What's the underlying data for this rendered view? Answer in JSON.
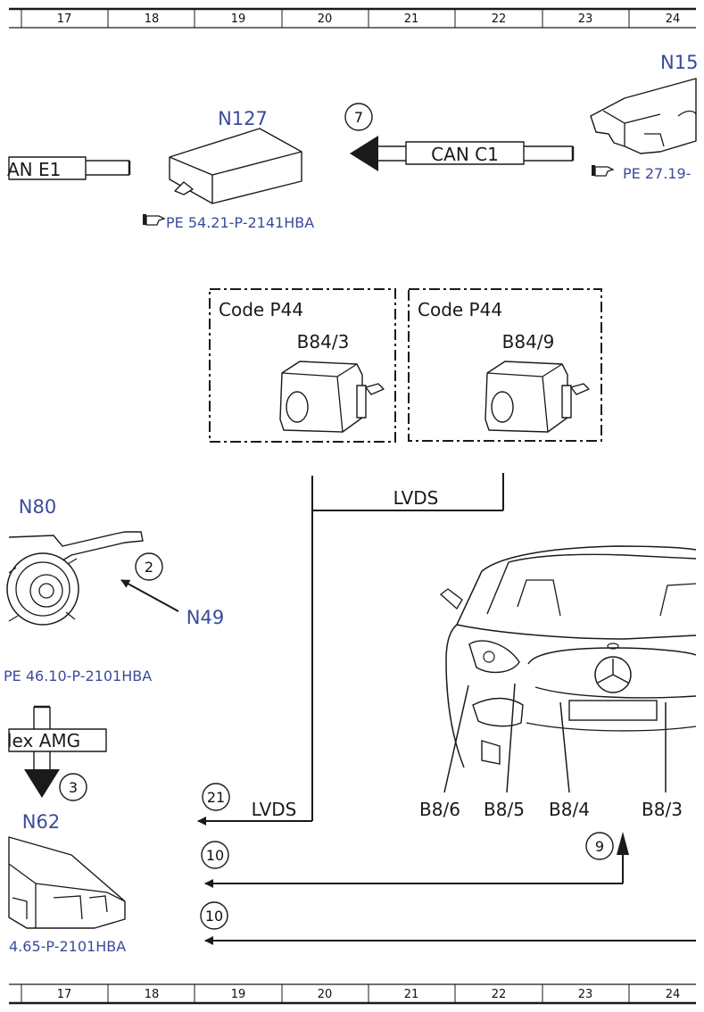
{
  "ruler": {
    "columns": [
      "17",
      "18",
      "19",
      "20",
      "21",
      "22",
      "23",
      "24"
    ]
  },
  "components": {
    "n127": {
      "id": "N127",
      "ref": "PE 54.21-P-2141HBA"
    },
    "n15": {
      "id": "N15",
      "ref": "PE 27.19-"
    },
    "n80": {
      "id": "N80",
      "ref": "PE 46.10-P-2101HBA"
    },
    "n49": {
      "id": "N49"
    },
    "n62": {
      "id": "N62",
      "ref": "4.65-P-2101HBA"
    },
    "b84_3": {
      "id": "B84/3",
      "code": "Code P44"
    },
    "b84_9": {
      "id": "B84/9",
      "code": "Code P44"
    }
  },
  "buses": {
    "can_e1": "AN E1",
    "can_c1": "CAN C1",
    "flex_amg": "lex AMG",
    "lvds_top": "LVDS",
    "lvds_bottom": "LVDS"
  },
  "callouts": {
    "c7": "7",
    "c2": "2",
    "c3": "3",
    "c21": "21",
    "c10a": "10",
    "c10b": "10",
    "c9": "9"
  },
  "sensors": {
    "b8_6": "B8/6",
    "b8_5": "B8/5",
    "b8_4": "B8/4",
    "b8_3": "B8/3"
  }
}
